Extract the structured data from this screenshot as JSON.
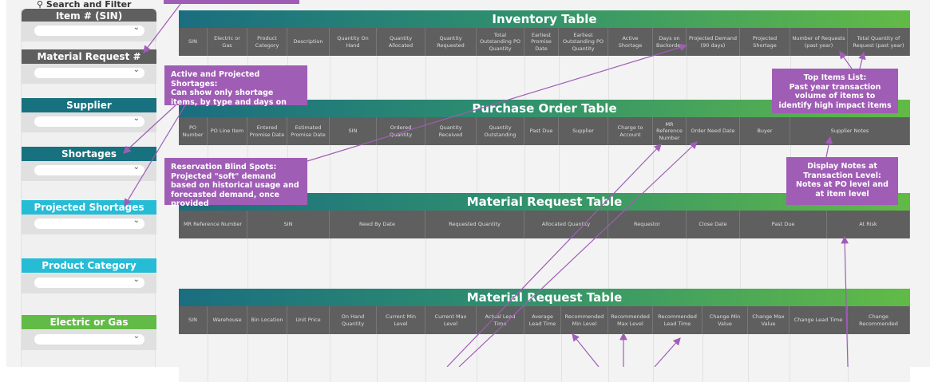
{
  "search_title": "Search and Filter",
  "filters": [
    {
      "label": "Item # (SIN)",
      "color": "#5f5f5f",
      "value": ""
    },
    {
      "label": "Material Request #",
      "color": "#5f5f5f",
      "value": ""
    },
    {
      "label": "Supplier",
      "color": "#17717f",
      "value": ""
    },
    {
      "label": "Shortages",
      "color": "#17717f",
      "value": ""
    },
    {
      "label": "Projected Shortages",
      "color": "#27bcd6",
      "value": ""
    },
    {
      "label": "Product Category",
      "color": "#27bcd6",
      "value": ""
    },
    {
      "label": "Electric or Gas",
      "color": "#62bb46",
      "value": ""
    }
  ],
  "tables": [
    {
      "title": "Inventory Table",
      "columns": [
        "SIN",
        "Electric or Gas",
        "Product Category",
        "Description",
        "Quantity On Hand",
        "Quantity Allocated",
        "Quantity Requested",
        "Total Outstanding PO Quantity",
        "Earliest Promise Date",
        "Earliest Outstanding PO Quantity",
        "Active Shortage",
        "Days on Backorder",
        "Projected Demand (90 days)",
        "Projected Shortage",
        "Number of Requests (past year)",
        "Total Quantity of Request (past year)"
      ]
    },
    {
      "title": "Purchase Order Table",
      "columns": [
        "PO Number",
        "PO Line Item",
        "Entered Promise Date",
        "Estimated Promise Date",
        "SIN",
        "Ordered Quantity",
        "Quantity Received",
        "Quantity Outstanding",
        "Past Due",
        "Supplier",
        "Charge to Account",
        "MR Reference Number",
        "Order Need Date",
        "Buyer",
        "Supplier Notes"
      ]
    },
    {
      "title": "Material Request Table",
      "columns": [
        "MR Reference Number",
        "SIN",
        "Need By Date",
        "Requested Quantity",
        "Allocated Quantity",
        "Requestor",
        "Close Date",
        "Past Due",
        "At Risk"
      ]
    },
    {
      "title": "Material Request Table",
      "columns": [
        "SIN",
        "Warehouse",
        "Bin Location",
        "Unit Price",
        "On Hand Quantity",
        "Current Min Level",
        "Current Max Level",
        "Actual Lead Time",
        "Average Lead Time",
        "Recommended Min Level",
        "Recommended Max Level",
        "Recommended Lead Time",
        "Change Min Value",
        "Change Max Value",
        "Change Lead Time",
        "Change Recommended"
      ]
    }
  ],
  "callouts": [
    {
      "title": "Active and Projected Shortages:",
      "body": "Can show only shortage items, by type and days on"
    },
    {
      "title": "Reservation Blind Spots:",
      "body": "Projected \"soft\" demand based on historical usage and forecasted demand, once provided"
    },
    {
      "title": "Top Items List:",
      "body": "Past year transaction volume of items to identify high impact items"
    },
    {
      "title": "Display Notes at Transaction Level:",
      "body": "Notes at PO level and at item level"
    }
  ],
  "colors": {
    "callout": "#a05db5",
    "header": "#5f5f5f",
    "gradient_start": "#1a6e80",
    "gradient_end": "#62bb46"
  }
}
